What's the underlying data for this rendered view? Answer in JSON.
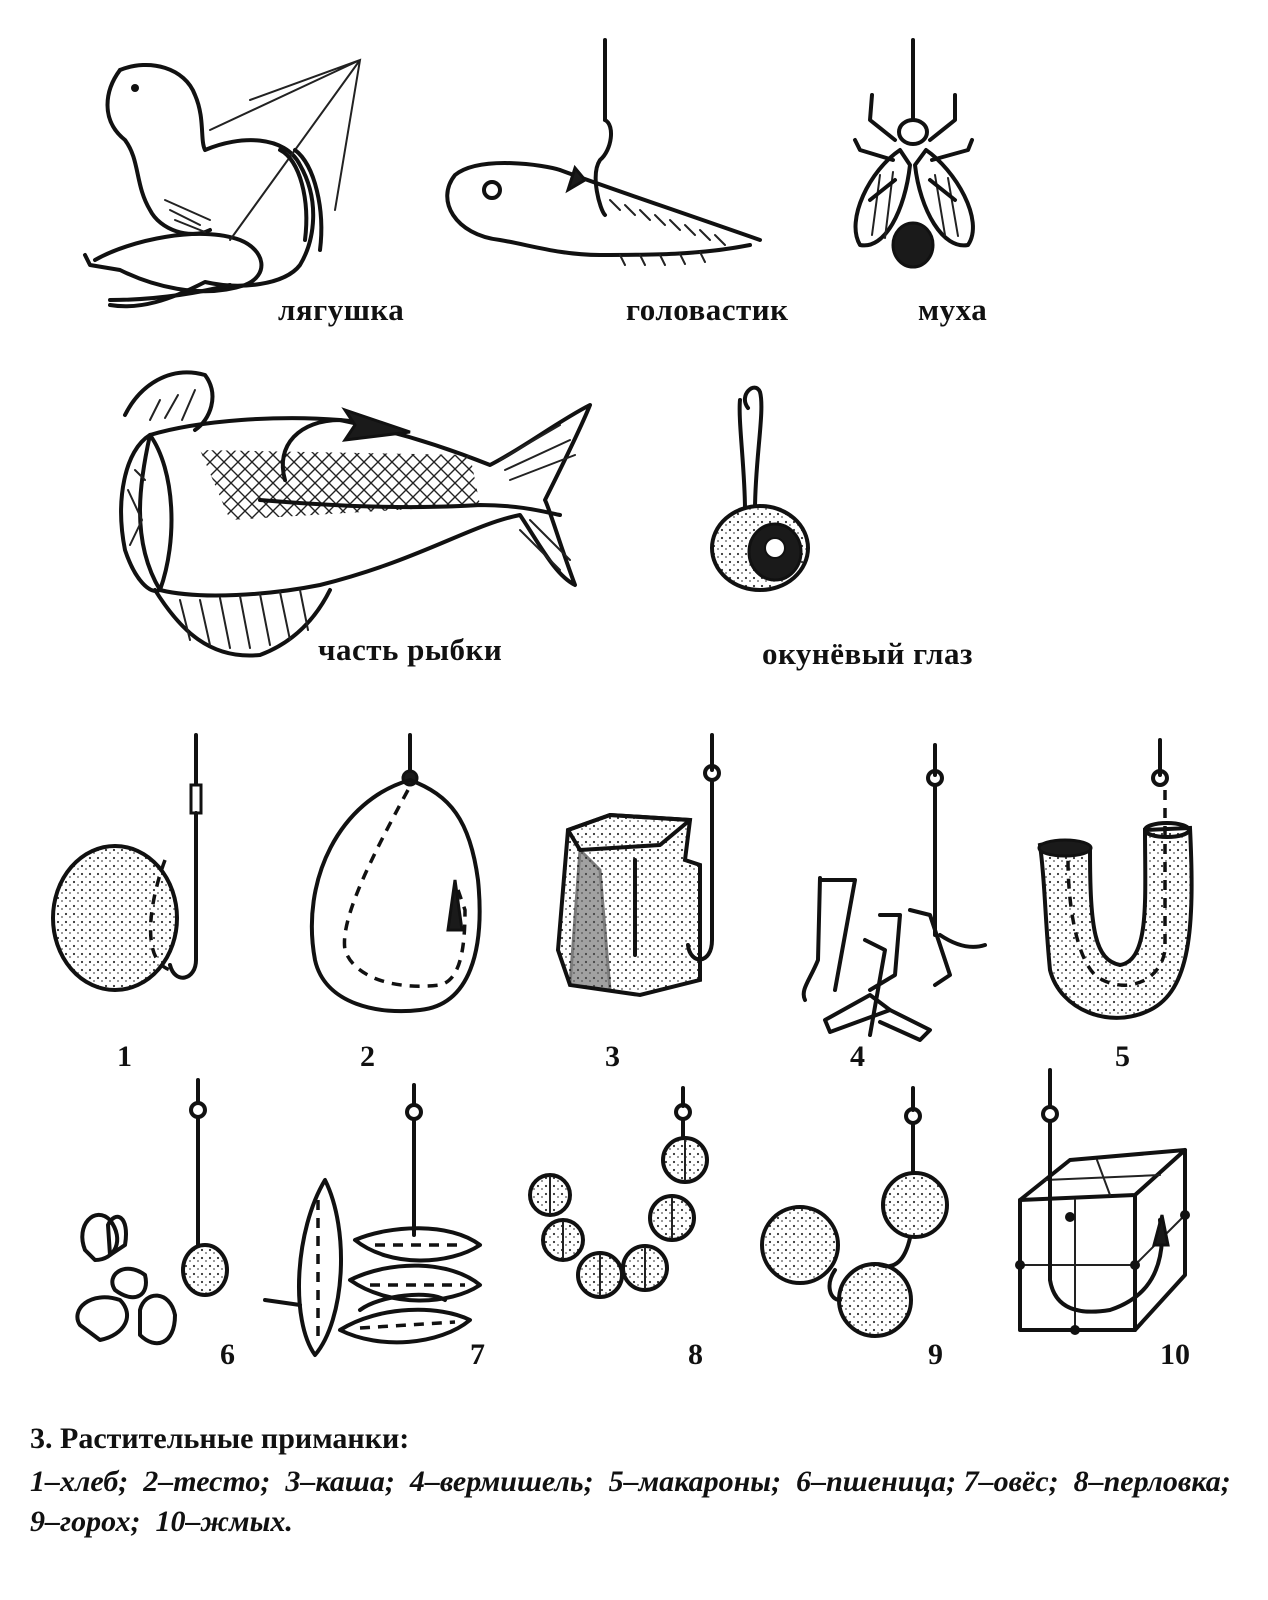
{
  "animal_baits": [
    {
      "id": "frog",
      "label": "лягушка"
    },
    {
      "id": "tadpole",
      "label": "головастик"
    },
    {
      "id": "fly",
      "label": "муха"
    },
    {
      "id": "fish-part",
      "label": "часть рыбки"
    },
    {
      "id": "perch-eye",
      "label": "окунёвый глаз"
    }
  ],
  "plant_baits": [
    {
      "number": "1"
    },
    {
      "number": "2"
    },
    {
      "number": "3"
    },
    {
      "number": "4"
    },
    {
      "number": "5"
    },
    {
      "number": "6"
    },
    {
      "number": "7"
    },
    {
      "number": "8"
    },
    {
      "number": "9"
    },
    {
      "number": "10"
    }
  ],
  "caption": {
    "title": "3. Растительные приманки:",
    "items": [
      "1–хлеб;",
      "2–тесто;",
      "3–каша;",
      "4–вермишель;",
      "5–макароны;",
      "6–пшеница;",
      "7–овёс;",
      "8–перловка;",
      "9–горох;",
      "10–жмых."
    ]
  }
}
